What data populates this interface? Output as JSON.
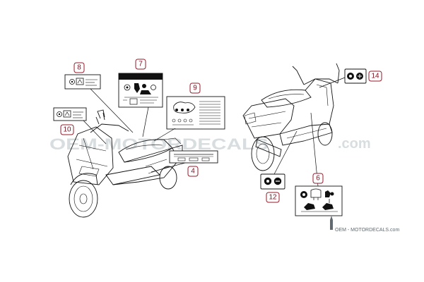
{
  "watermark": {
    "left_text": "OEM-MOTORDECALS",
    "right_text": ".com"
  },
  "credit": {
    "text": "OEM - MOTORDECALS.com"
  },
  "callouts": [
    {
      "id": "c8",
      "number": "8"
    },
    {
      "id": "c7",
      "number": "7"
    },
    {
      "id": "c9",
      "number": "9"
    },
    {
      "id": "c10",
      "number": "10"
    },
    {
      "id": "c4",
      "number": "4"
    },
    {
      "id": "c14",
      "number": "14"
    },
    {
      "id": "c6",
      "number": "6"
    },
    {
      "id": "c12",
      "number": "12"
    }
  ],
  "colors": {
    "callout_border": "#9a1a2a",
    "callout_text": "#7a1020",
    "line_art": "#111111",
    "watermark": "#d8dde0"
  }
}
